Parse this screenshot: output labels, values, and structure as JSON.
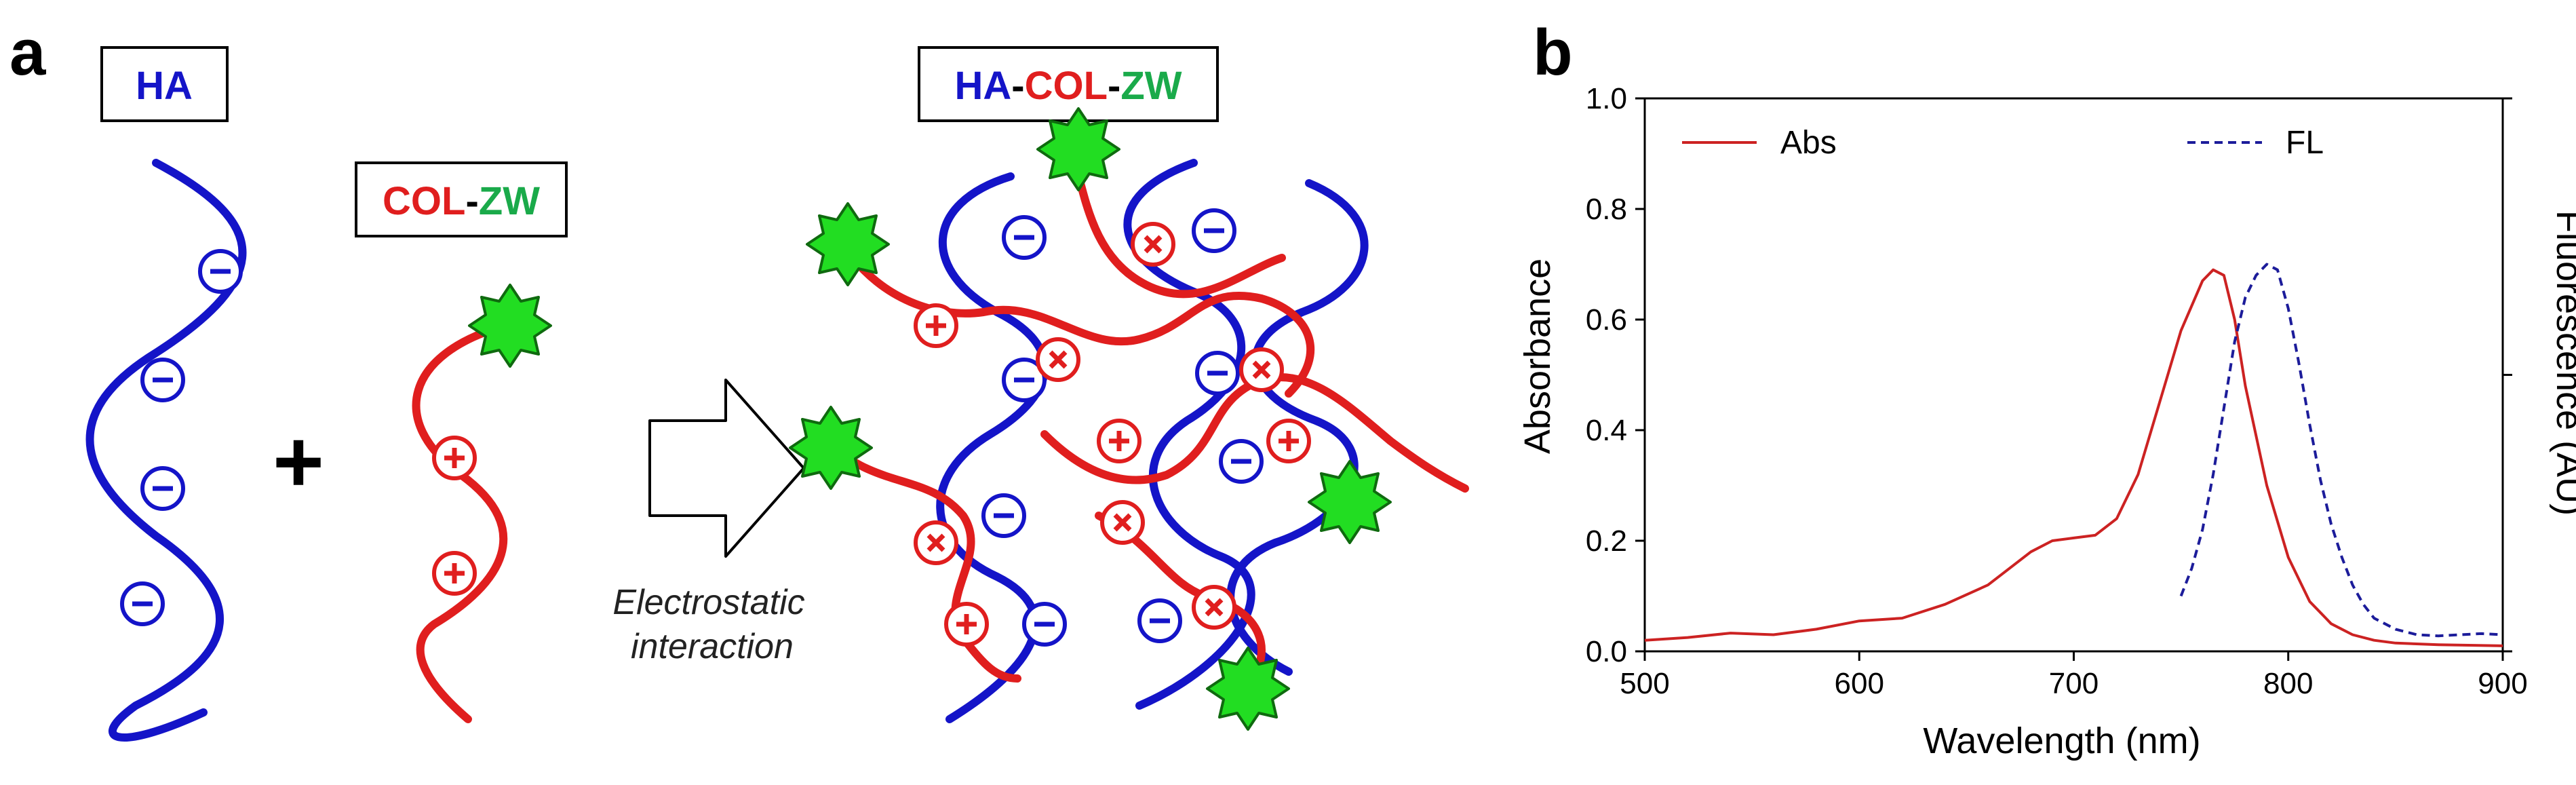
{
  "panel_a": {
    "label": "a",
    "ha_box": "HA",
    "col_zw_box": {
      "col": "COL",
      "dash": "-",
      "zw": "ZW"
    },
    "complex_box": {
      "ha": "HA",
      "dash1": "-",
      "col": "COL",
      "dash2": "-",
      "zw": "ZW"
    },
    "plus_sign": "+",
    "arrow_caption_line1": "Electrostatic",
    "arrow_caption_line2": "interaction",
    "colors": {
      "ha": "#1414c8",
      "col": "#e01e1e",
      "zw": "#1aaa4a",
      "star": "#22dd22"
    }
  },
  "panel_b": {
    "label": "b",
    "chart_data": {
      "type": "line",
      "xlabel": "Wavelength (nm)",
      "ylabel": "Absorbance",
      "y2label": "Fluorescence (AU)",
      "xlim": [
        500,
        900
      ],
      "ylim": [
        0.0,
        1.0
      ],
      "xticks": [
        500,
        600,
        700,
        800,
        900
      ],
      "yticks": [
        0.0,
        0.2,
        0.4,
        0.6,
        0.8,
        1.0
      ],
      "grid": false,
      "legend_position": "top",
      "series": [
        {
          "name": "Abs",
          "axis": "left",
          "style": "solid",
          "color": "#cc2222",
          "x": [
            500,
            520,
            540,
            560,
            580,
            600,
            620,
            640,
            660,
            670,
            680,
            690,
            700,
            710,
            720,
            730,
            740,
            750,
            760,
            765,
            770,
            775,
            780,
            790,
            800,
            810,
            820,
            830,
            840,
            850,
            870,
            900
          ],
          "y": [
            0.02,
            0.025,
            0.033,
            0.03,
            0.04,
            0.055,
            0.06,
            0.085,
            0.12,
            0.15,
            0.18,
            0.2,
            0.205,
            0.21,
            0.24,
            0.32,
            0.45,
            0.58,
            0.67,
            0.69,
            0.68,
            0.6,
            0.48,
            0.3,
            0.17,
            0.09,
            0.05,
            0.03,
            0.02,
            0.015,
            0.012,
            0.01
          ]
        },
        {
          "name": "FL",
          "axis": "right",
          "style": "dashed",
          "color": "#1c1c9a",
          "x": [
            750,
            755,
            760,
            765,
            770,
            775,
            780,
            785,
            790,
            795,
            800,
            805,
            810,
            815,
            820,
            825,
            830,
            835,
            840,
            850,
            860,
            870,
            880,
            890,
            900
          ],
          "y": [
            0.1,
            0.15,
            0.22,
            0.32,
            0.44,
            0.56,
            0.64,
            0.68,
            0.7,
            0.69,
            0.62,
            0.52,
            0.41,
            0.31,
            0.23,
            0.17,
            0.12,
            0.085,
            0.06,
            0.04,
            0.03,
            0.028,
            0.03,
            0.032,
            0.03
          ]
        }
      ]
    }
  }
}
